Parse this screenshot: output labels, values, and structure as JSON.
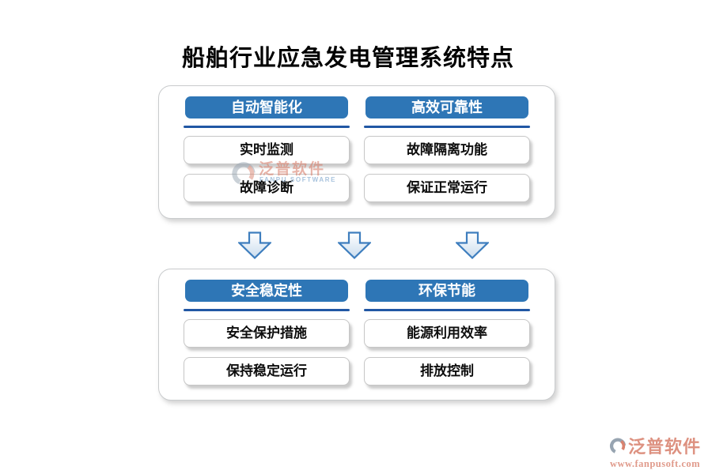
{
  "title": "船舶行业应急发电管理系统特点",
  "panels": [
    {
      "groups": [
        {
          "header": "自动智能化",
          "items": [
            "实时监测",
            "故障诊断"
          ]
        },
        {
          "header": "高效可靠性",
          "items": [
            "故障隔离功能",
            "保证正常运行"
          ]
        }
      ]
    },
    {
      "groups": [
        {
          "header": "安全稳定性",
          "items": [
            "安全保护措施",
            "保持稳定运行"
          ]
        },
        {
          "header": "环保节能",
          "items": [
            "能源利用效率",
            "排放控制"
          ]
        }
      ]
    }
  ],
  "watermark_center": {
    "brand": "泛普软件",
    "subtitle": "FANPU SOFTWARE"
  },
  "watermark_corner": {
    "brand": "泛普软件",
    "url": "www.fanpusoft.com"
  },
  "icons": {
    "arrow": "down-arrow-icon",
    "logo": "fanpu-logo-icon"
  },
  "colors": {
    "title_color": "#000000",
    "header_blue": "#2E76B6",
    "underline_blue": "#2157A4",
    "arrow_stroke": "#3E7EBE",
    "watermark_salmon": "#D9826F",
    "watermark_blue": "#A4C0DC"
  }
}
